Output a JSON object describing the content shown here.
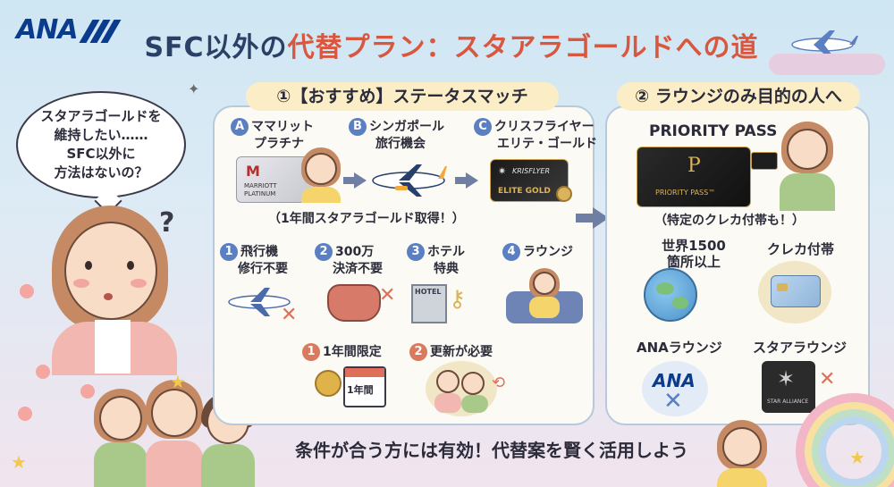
{
  "logo": {
    "text": "ANA"
  },
  "title": {
    "part1": "SFC以外の",
    "part2": "代替プラン：",
    "part3": "スタアラゴールドへの道"
  },
  "bubble": {
    "line1": "スタアラゴールドを",
    "line2": "維持したい……",
    "line3": "SFC以外に",
    "line4": "方法はないの？"
  },
  "left_panel": {
    "heading": "①【おすすめ】ステータスマッチ",
    "steps": [
      {
        "badge": "A",
        "line1": "ママリット",
        "line2": "プラチナ",
        "card_text1": "MARRIOTT",
        "card_text2": "PLATINUM"
      },
      {
        "badge": "B",
        "line1": "シンガポール",
        "line2": "旅行機会"
      },
      {
        "badge": "C",
        "line1": "クリスフライヤー",
        "line2": "エリテ・ゴールド",
        "card_text1": "KRISFLYER",
        "card_text2": "ELITE GOLD"
      }
    ],
    "note": "（1年間スタアラゴールド取得！）",
    "merits": [
      {
        "badge": "1",
        "line1": "飛行機",
        "line2": "修行不要"
      },
      {
        "badge": "2",
        "line1": "300万",
        "line2": "決済不要"
      },
      {
        "badge": "3",
        "line1": "ホテル",
        "line2": "特典",
        "sign": "HOTEL"
      },
      {
        "badge": "4",
        "line1": "ラウンジ",
        "line2": ""
      }
    ],
    "cautions": [
      {
        "badge": "1",
        "label": "1年間限定",
        "calendar": "1年間"
      },
      {
        "badge": "2",
        "label": "更新が必要"
      }
    ]
  },
  "right_panel": {
    "heading": "② ラウンジのみ目的の人へ",
    "pp_title": "PRIORITY PASS",
    "pp_card": "PRIORITY PASS™",
    "pp_letter": "P",
    "pp_note": "（特定のクレカ付帯も！）",
    "features": [
      {
        "line1": "世界1500",
        "line2": "箇所以上"
      },
      {
        "line1": "クレカ付帯",
        "line2": ""
      }
    ],
    "lounges": [
      {
        "label": "ANAラウンジ",
        "logo": "ANA"
      },
      {
        "label": "スタアラウンジ",
        "logo": "STAR ALLIANCE"
      }
    ]
  },
  "footer": {
    "text": "条件が合う方には有効！代替案を賢く活用しよう"
  },
  "colors": {
    "brand": "#0b3b8c",
    "accent": "#d9573f",
    "panel_bg": "#fbfaf4",
    "heading_bg": "#fbeec6"
  }
}
